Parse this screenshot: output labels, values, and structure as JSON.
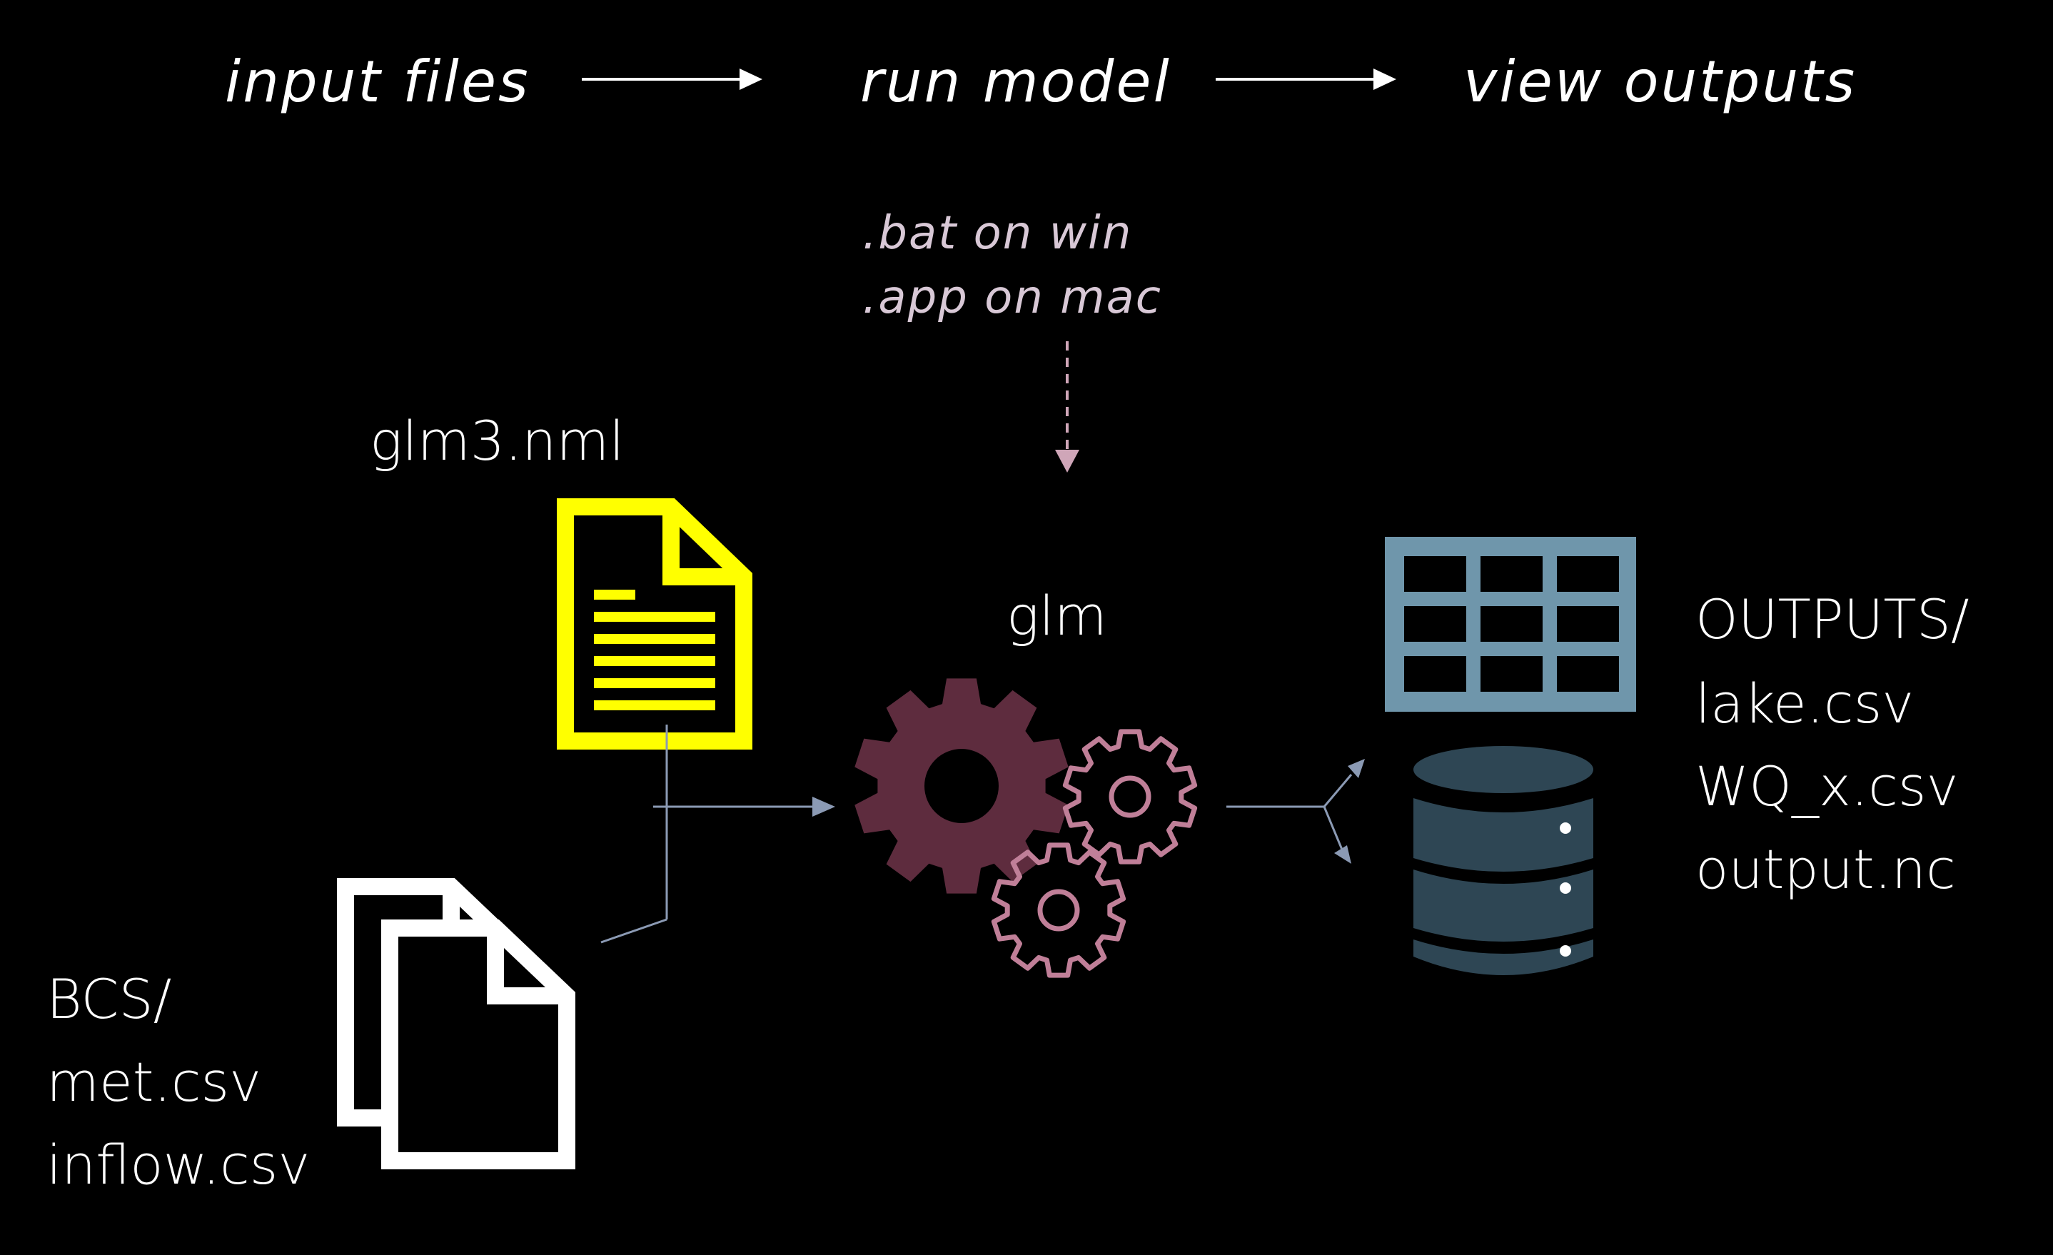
{
  "pipeline": {
    "step1": "input files",
    "step2": "run model",
    "step3": "view outputs"
  },
  "run_notes": {
    "windows": ".bat on win",
    "mac": ".app on mac"
  },
  "config_file": {
    "name": "glm3.nml"
  },
  "model": {
    "name": "glm"
  },
  "boundary_conditions": {
    "folder": "BCS/",
    "files": [
      "met.csv",
      "inflow.csv"
    ]
  },
  "outputs": {
    "folder": "OUTPUTS/",
    "files": [
      "lake.csv",
      "WQ_x.csv",
      "output.nc"
    ]
  },
  "colors": {
    "background": "#000000",
    "text": "#ffffff",
    "config_icon": "#ffff00",
    "gear_large": "#5e2c3e",
    "gear_small": "#c07f98",
    "connector": "#8b9ab4",
    "table_icon": "#6f96ab",
    "database_icon": "#2e4654",
    "dashed_arrow": "#cfa6b8"
  }
}
